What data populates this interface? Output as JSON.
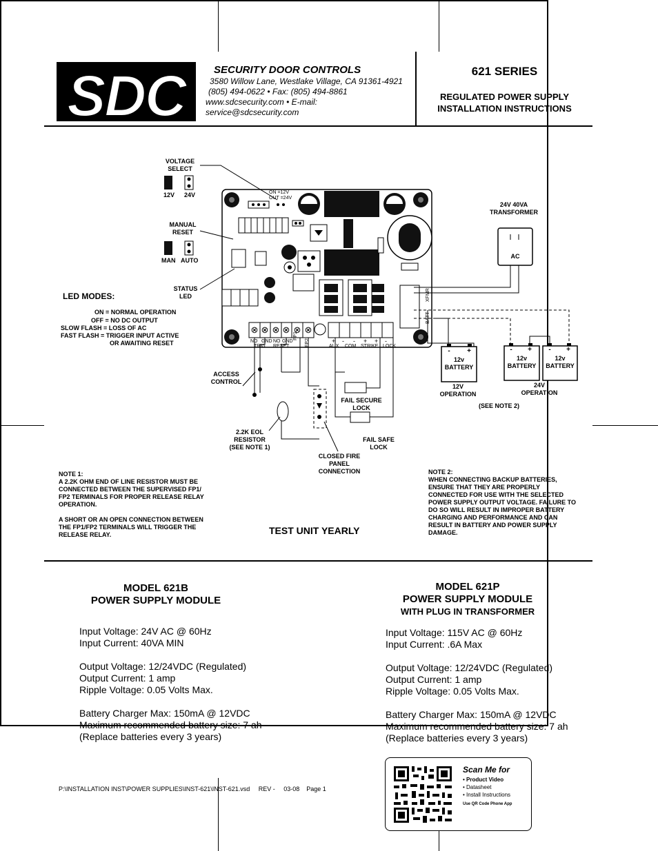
{
  "header": {
    "logo_text": "SDC",
    "company": "SECURITY DOOR CONTROLS",
    "address": "3580 Willow Lane, Westlake Village, CA 91361-4921",
    "phone_fax": "(805) 494-0622  •  Fax: (805) 494-8861",
    "web_email_1": "www.sdcsecurity.com  •  E-mail:",
    "web_email_2": "service@sdcsecurity.com",
    "series": "621 SERIES",
    "subtitle_1": "REGULATED POWER SUPPLY",
    "subtitle_2": "INSTALLATION INSTRUCTIONS"
  },
  "diagram": {
    "voltage_select": [
      "VOLTAGE",
      "SELECT"
    ],
    "v12": "12V",
    "v24": "24V",
    "manual_reset": [
      "MANUAL",
      "RESET"
    ],
    "man": "MAN",
    "auto": "AUTO",
    "status_led": [
      "STATUS",
      "LED"
    ],
    "led_modes_title": "LED MODES:",
    "led_modes": [
      "ON = NORMAL OPERATION",
      "OFF = NO DC OUTPUT",
      "SLOW FLASH = LOSS OF AC",
      "FAST FLASH  = TRIGGER INPUT ACTIVE",
      "OR  AWAITING RESET"
    ],
    "board_on_label": "ON  =12V",
    "board_out_label": "OUT =24V",
    "terminal_labels": [
      "NO",
      "GND",
      "NO",
      "GND",
      "FP1",
      "FP2",
      "+",
      "-",
      "-",
      "+",
      "+",
      "-"
    ],
    "terminal_sublabels": [
      "TRIG",
      "RESET",
      "AUX",
      "COM",
      "STRIKE",
      "LOCK"
    ],
    "batt_label": "BATT",
    "xfmr_label": "XFMR",
    "transformer": [
      "24V 40VA",
      "TRANSFORMER"
    ],
    "ac": "AC",
    "battery_label": [
      "12v",
      "BATTERY"
    ],
    "op_12": [
      "12V",
      "OPERATION"
    ],
    "op_24": [
      "24V",
      "OPERATION"
    ],
    "see_note_2": "(SEE NOTE 2)",
    "access_control": [
      "ACCESS",
      "CONTROL"
    ],
    "eol_resistor": [
      "2.2K  EOL",
      "RESISTOR",
      "(SEE NOTE 1)"
    ],
    "fire_panel": [
      "CLOSED FIRE",
      "PANEL",
      "CONNECTION"
    ],
    "fail_secure": [
      "FAIL  SECURE",
      "LOCK"
    ],
    "fail_safe": [
      "FAIL SAFE",
      "LOCK"
    ]
  },
  "notes": {
    "note1_title": "NOTE 1:",
    "note1_lines": [
      "A 2.2K OHM END OF LINE RESISTOR MUST BE",
      "CONNECTED BETWEEN THE SUPERVISED FP1/",
      "FP2 TERMINALS FOR PROPER RELEASE RELAY",
      "OPERATION.",
      "",
      "A SHORT OR AN OPEN CONNECTION BETWEEN",
      "THE FP1/FP2 TERMINALS WILL TRIGGER THE",
      "RELEASE RELAY."
    ],
    "test_unit": "TEST UNIT YEARLY",
    "note2_title": "NOTE 2:",
    "note2_lines": [
      "WHEN CONNECTING BACKUP BATTERIES,",
      "ENSURE  THAT THEY ARE PROPERLY",
      "CONNECTED FOR USE WITH THE SELECTED",
      "POWER SUPPLY OUTPUT VOLTAGE. FAILURE TO",
      "DO SO WILL RESULT IN IMPROPER BATTERY",
      "CHARGING AND PERFORMANCE AND CAN",
      "RESULT IN BATTERY AND POWER SUPPLY",
      "DAMAGE."
    ]
  },
  "model_b": {
    "title_1": "MODEL 621B",
    "title_2": "POWER SUPPLY MODULE",
    "lines": [
      "Input Voltage: 24V AC @ 60Hz",
      "Input Current: 40VA MIN",
      "",
      "Output Voltage: 12/24VDC (Regulated)",
      "Output Current: 1 amp",
      "Ripple Voltage: 0.05 Volts Max.",
      "",
      "Battery Charger Max: 150mA @ 12VDC",
      "Maximum recommended battery size: 7 ah",
      "(Replace batteries every 3 years)"
    ]
  },
  "model_p": {
    "title_1": "MODEL 621P",
    "title_2": "POWER SUPPLY MODULE",
    "title_3": "WITH PLUG IN TRANSFORMER",
    "lines": [
      "Input Voltage: 115V AC @ 60Hz",
      "Input Current: .6A Max",
      "",
      "Output Voltage: 12/24VDC (Regulated)",
      "Output Current: 1 amp",
      "Ripple Voltage: 0.05 Volts Max.",
      "",
      "Battery Charger Max: 150mA @ 12VDC",
      "Maximum recommended battery size: 7 ah",
      "(Replace batteries every 3 years)"
    ]
  },
  "footer": {
    "path": "P:\\INSTALLATION INST\\POWER SUPPLIES\\INST-621\\INST-621.vsd     REV -     03-08    Page 1"
  },
  "qr_card": {
    "title": "Scan Me for",
    "items": [
      "Product Video",
      "Datasheet",
      "Install Instructions"
    ],
    "note": "Use QR Code Phone App"
  }
}
